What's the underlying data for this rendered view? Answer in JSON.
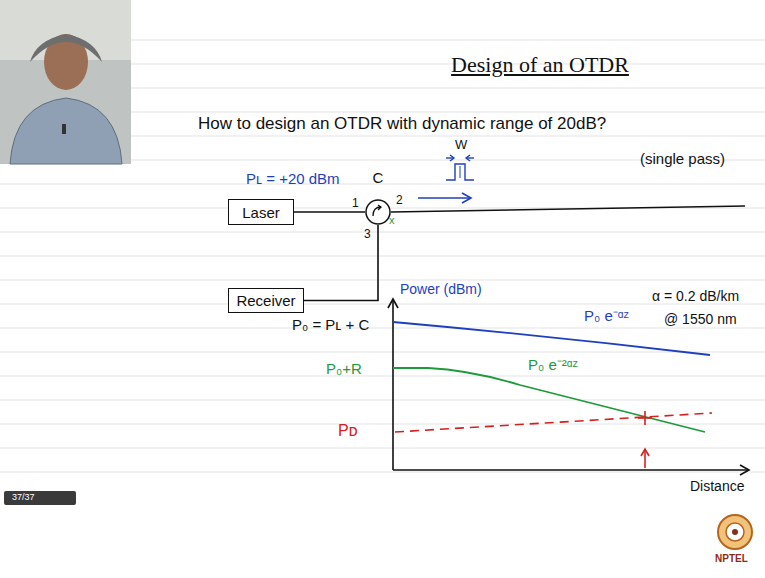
{
  "diagram": {
    "title": "Design of an OTDR",
    "nodes": [
      {
        "text": [
          "Laser"
        ]
      },
      {
        "text": [
          "C"
        ]
      },
      {
        "text": [
          "Receiver"
        ]
      }
    ],
    "edges": [
      {
        "from": 0,
        "to": 1,
        "arrow": "none"
      },
      {
        "from": 1,
        "to": 2,
        "arrow": "none"
      }
    ],
    "labels": [
      "How to design an OTDR with dynamic range of 20dB?",
      "(single pass)",
      "Pʟ = +20 dBm",
      "W",
      "1",
      "2",
      "3",
      "x",
      "Power (dBm)",
      "P₀ = Pʟ + C",
      "P₀ e⁻ᵅᶻ",
      "α = 0.2 dB/km",
      "@ 1550 nm",
      "P₀+R",
      "P₀ e⁻²ᵅᶻ",
      "Pᴅ",
      "Distance",
      "37/37",
      "NPTEL"
    ]
  }
}
